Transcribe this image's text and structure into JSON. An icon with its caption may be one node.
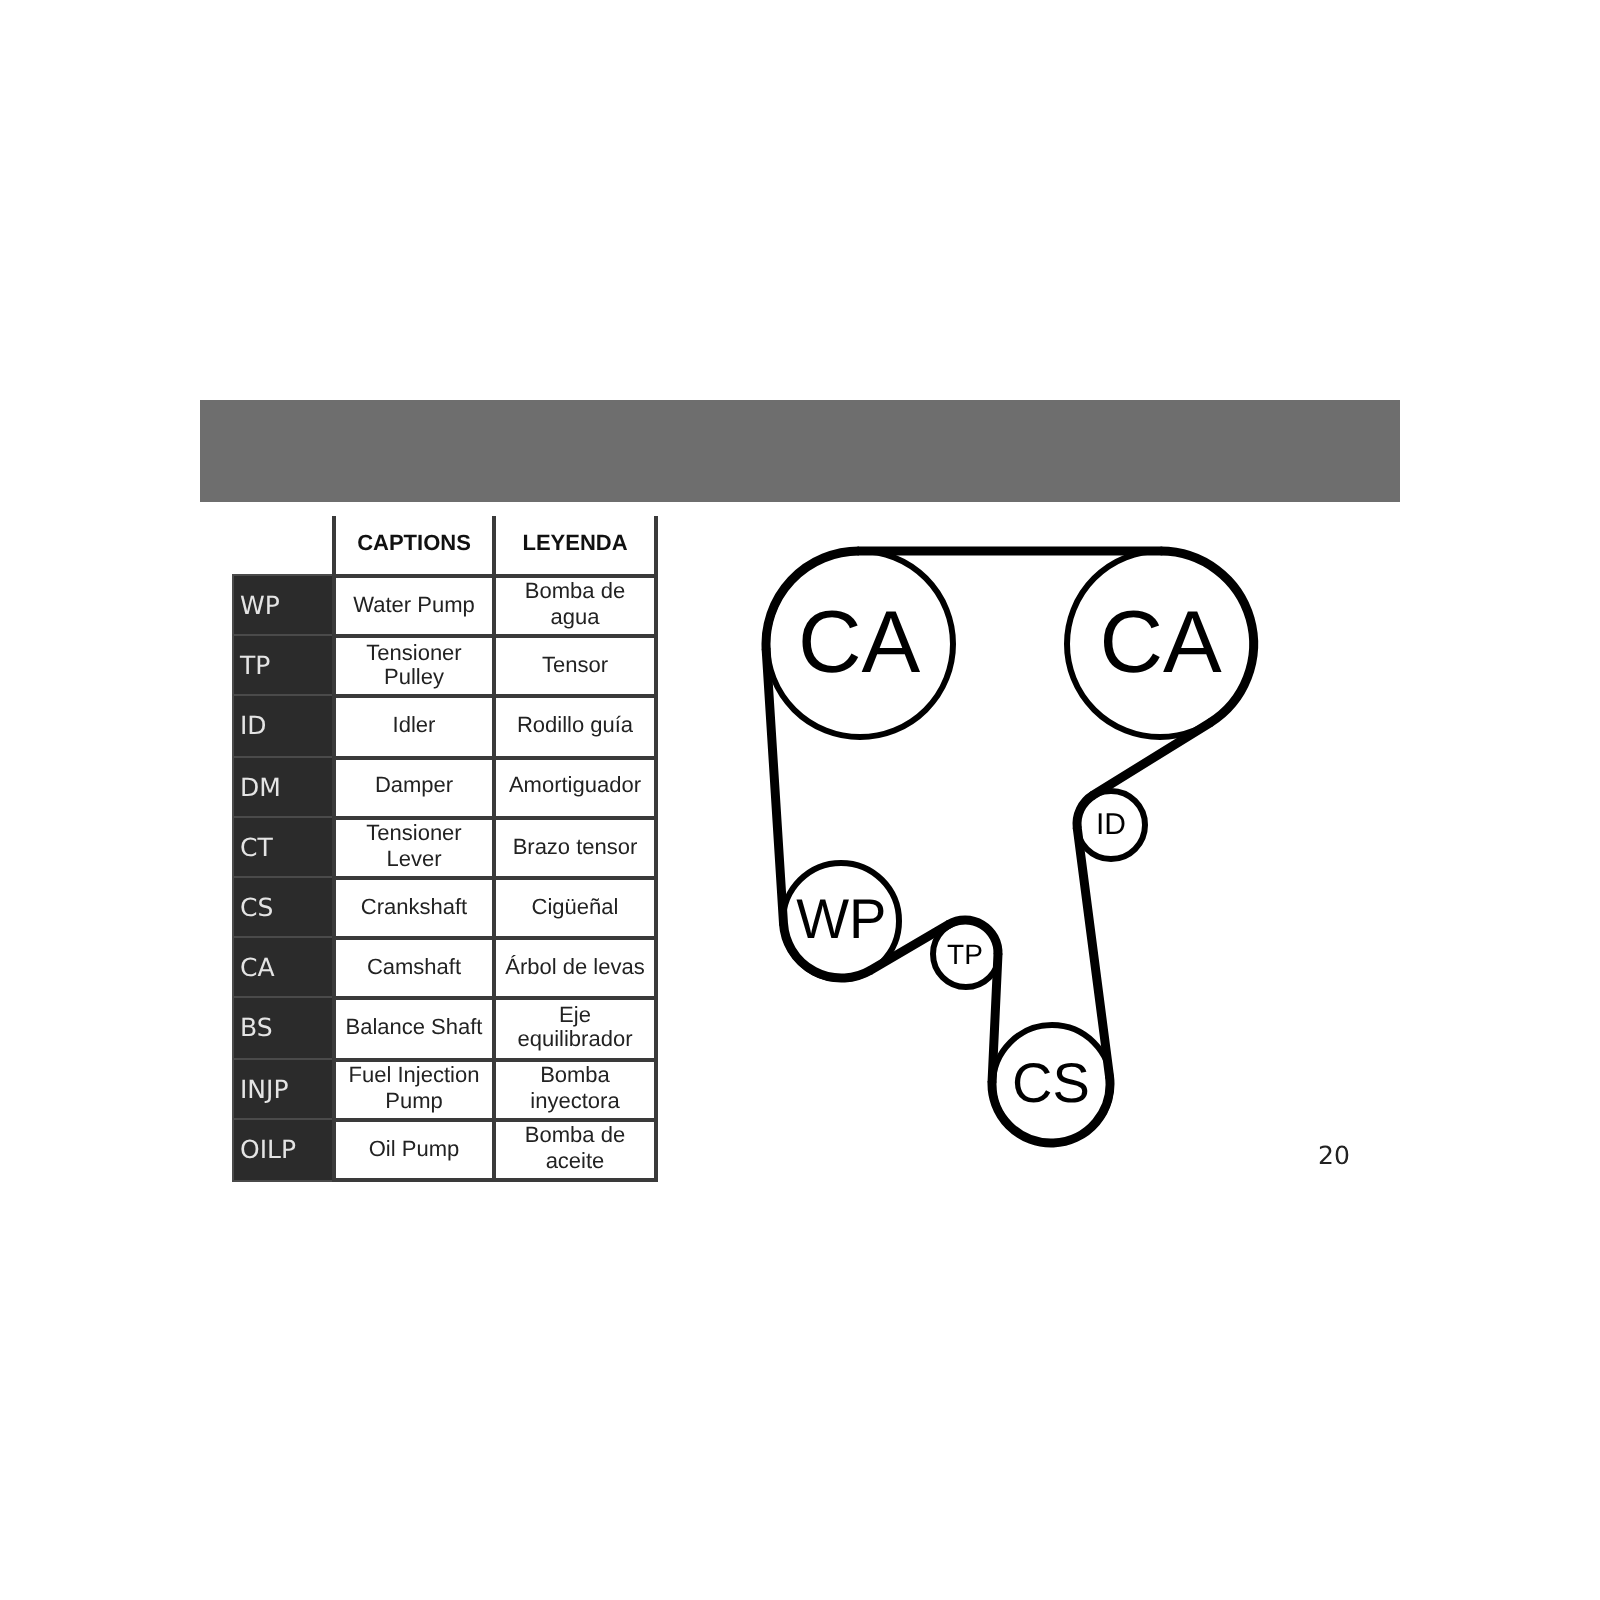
{
  "diagram": {
    "nodes": [
      {
        "text": [
          "CA"
        ]
      },
      {
        "text": [
          "CA"
        ]
      },
      {
        "text": [
          "ID"
        ]
      },
      {
        "text": [
          "WP"
        ]
      },
      {
        "text": [
          "TP"
        ]
      },
      {
        "text": [
          "CS"
        ]
      }
    ],
    "edges": [
      {
        "from": 0,
        "to": 1,
        "arrow": "none"
      },
      {
        "from": 1,
        "to": 2,
        "arrow": "none"
      },
      {
        "from": 2,
        "to": 5,
        "arrow": "none"
      },
      {
        "from": 5,
        "to": 4,
        "arrow": "none"
      },
      {
        "from": 4,
        "to": 3,
        "arrow": "none"
      },
      {
        "from": 3,
        "to": 0,
        "arrow": "none"
      }
    ],
    "labels": [
      "CAPTIONS",
      "LEYENDA",
      "WP",
      "Water Pump",
      "Bomba de agua",
      "TP",
      "Tensioner Pulley",
      "Tensor",
      "ID",
      "Idler",
      "Rodillo guía",
      "DM",
      "Damper",
      "Amortiguador",
      "CT",
      "Tensioner Lever",
      "Brazo tensor",
      "CS",
      "Crankshaft",
      "Cigüeñal",
      "CA",
      "Camshaft",
      "Árbol de levas",
      "BS",
      "Balance Shaft",
      "Eje equilibrador",
      "INJP",
      "Fuel Injection Pump",
      "Bomba inyectora",
      "OILP",
      "Oil Pump",
      "Bomba de aceite",
      "20"
    ]
  }
}
